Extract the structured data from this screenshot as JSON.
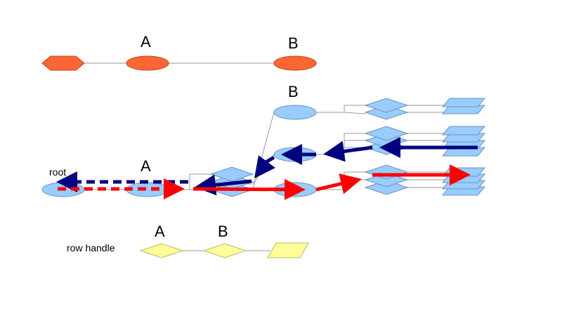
{
  "labels": {
    "top_a": "A",
    "top_b": "B",
    "tree_a": "A",
    "tree_b": "B",
    "root": "root",
    "row_a": "A",
    "row_b": "B",
    "row_handle": "row handle"
  },
  "colors": {
    "orange_node": "#ff6633",
    "blue_node": "#99ccff",
    "yellow_node": "#ffff99",
    "dark_blue_path": "#000080",
    "red_path": "#ff0000"
  }
}
